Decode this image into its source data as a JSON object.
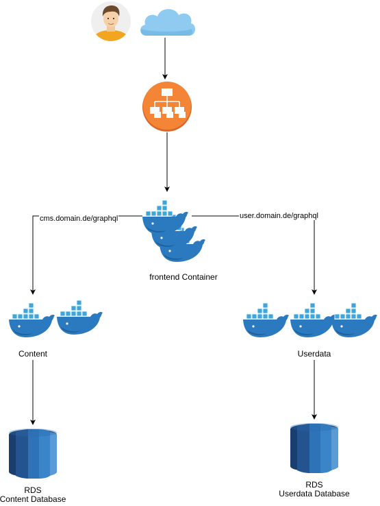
{
  "nodes": {
    "user": {
      "icon": "user-avatar-icon"
    },
    "internet": {
      "icon": "cloud-icon"
    },
    "load_balancer": {
      "icon": "load-balancer-icon",
      "color": "#F58536"
    },
    "frontend": {
      "icon": "docker-whale-icon",
      "label": "frontend Container"
    },
    "content": {
      "icon": "docker-whale-icon",
      "label": "Content"
    },
    "userdata": {
      "icon": "docker-whale-icon",
      "label": "Userdata"
    },
    "rds_content": {
      "icon": "rds-database-icon",
      "line1": "RDS",
      "line2": "Content Database"
    },
    "rds_userdata": {
      "icon": "rds-database-icon",
      "line1": "RDS",
      "line2": "Userdata Database"
    }
  },
  "edges": {
    "to_content": "cms.domain.de/graphql",
    "to_userdata": "user.domain.de/graphql"
  },
  "colors": {
    "docker_blue": "#2B7ABF",
    "docker_light": "#3DA6DC",
    "rds_dark": "#1A3F6E",
    "rds_mid": "#2E73B8",
    "rds_light": "#5A9AD5",
    "cloud": "#8FCBF0"
  }
}
